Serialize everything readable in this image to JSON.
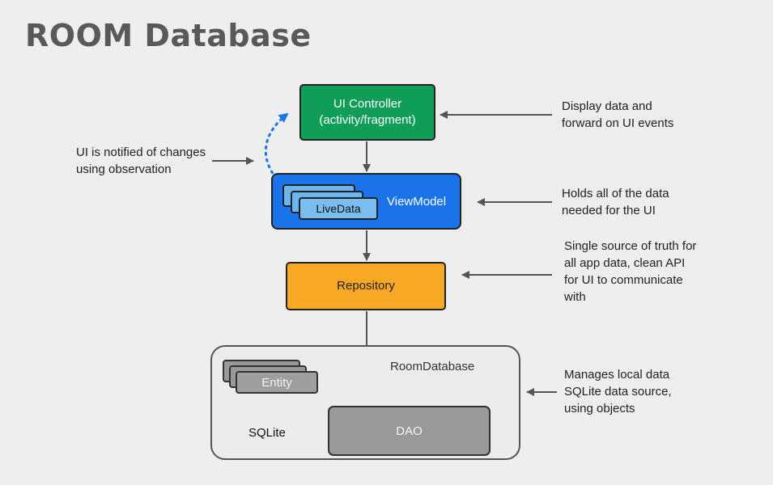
{
  "title": "ROOM Database",
  "notes": {
    "observation": "UI is notified of changes\nusing observation",
    "ui_controller": "Display data and\nforward on UI events",
    "viewmodel": "Holds all of the data\nneeded for the UI",
    "repository": "Single source of truth for\nall app data, clean API\nfor UI to communicate\nwith",
    "room": "Manages local data\nSQLite data source,\nusing objects"
  },
  "boxes": {
    "ui_controller": "UI Controller\n(activity/fragment)",
    "viewmodel": "ViewModel",
    "livedata": "LiveData",
    "repository": "Repository",
    "room_database": "RoomDatabase",
    "entity": "Entity",
    "dao": "DAO",
    "sqlite": "SQLite"
  },
  "colors": {
    "ui_controller": "#0f9d58",
    "viewmodel": "#1a73e8",
    "livedata": "#7cbdf0",
    "repository": "#f9a825",
    "dao": "#999999",
    "observation_arrow": "#1a73e8"
  }
}
